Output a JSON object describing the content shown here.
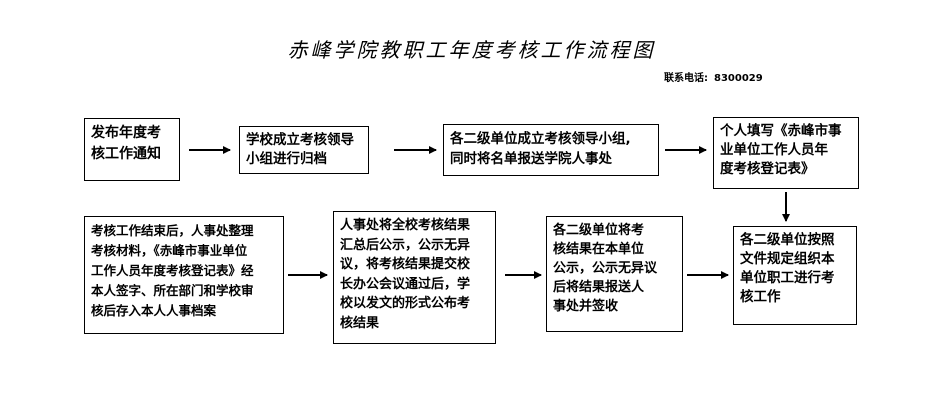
{
  "title": "赤峰学院教职工年度考核工作流程图",
  "contact": {
    "label": "联系电话:",
    "number": "8300029"
  },
  "steps": [
    {
      "text": "发布年度考\n核工作通知"
    },
    {
      "text": "学校成立考核领导\n小组进行归档"
    },
    {
      "text": "各二级单位成立考核领导小组,\n同时将名单报送学院人事处"
    },
    {
      "text": "个人填写《赤峰市事\n业单位工作人员年\n度考核登记表》"
    },
    {
      "text": "各二级单位按照\n文件规定组织本\n单位职工进行考\n核工作"
    },
    {
      "text": "各二级单位将考\n核结果在本单位\n公示，公示无异议\n后将结果报送人\n事处并签收"
    },
    {
      "text": "人事处将全校考核结果\n汇总后公示，公示无异\n议，将考核结果提交校\n长办公会议通过后，学\n校以发文的形式公布考\n核结果"
    },
    {
      "text": "考核工作结束后，人事处整理\n考核材料，《赤峰市事业单位\n工作人员年度考核登记表》经\n本人签字、所在部门和学校审\n核后存入本人人事档案"
    }
  ]
}
